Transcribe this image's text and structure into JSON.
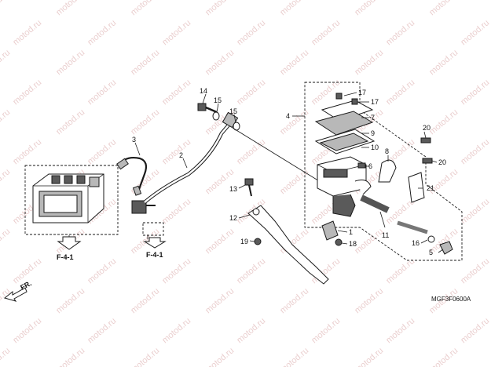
{
  "watermark": {
    "text": "motod.ru"
  },
  "diagram_code": "MGF3F0600A",
  "direction": {
    "label": "FR."
  },
  "references": [
    {
      "label": "F-4-1"
    },
    {
      "label": "F-4-1"
    }
  ],
  "callouts": [
    {
      "label": "1"
    },
    {
      "label": "2"
    },
    {
      "label": "3"
    },
    {
      "label": "4"
    },
    {
      "label": "5"
    },
    {
      "label": "6"
    },
    {
      "label": "7"
    },
    {
      "label": "8"
    },
    {
      "label": "9"
    },
    {
      "label": "10"
    },
    {
      "label": "11"
    },
    {
      "label": "12"
    },
    {
      "label": "13"
    },
    {
      "label": "14"
    },
    {
      "label": "15"
    },
    {
      "label": "15"
    },
    {
      "label": "16"
    },
    {
      "label": "17"
    },
    {
      "label": "17"
    },
    {
      "label": "18"
    },
    {
      "label": "19"
    },
    {
      "label": "20"
    },
    {
      "label": "20"
    },
    {
      "label": "21"
    }
  ]
}
